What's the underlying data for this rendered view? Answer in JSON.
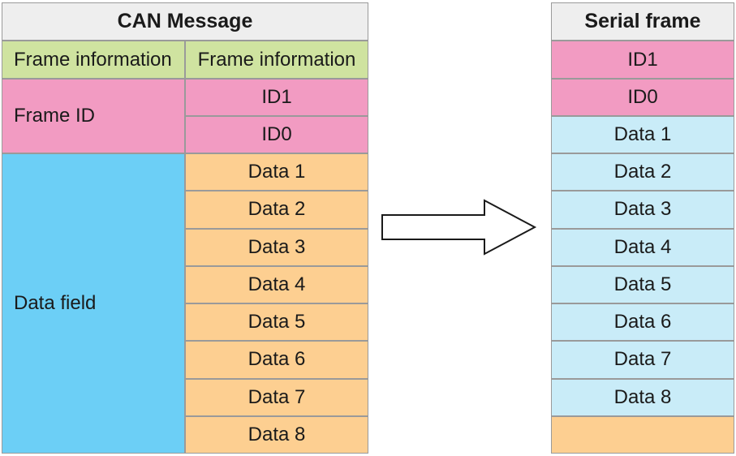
{
  "can_message": {
    "title": "CAN Message",
    "frame_information_label": "Frame information",
    "frame_information_value": "Frame information",
    "frame_id_label": "Frame ID",
    "id_rows": [
      "ID1",
      "ID0"
    ],
    "data_field_label": "Data field",
    "data_rows": [
      "Data 1",
      "Data 2",
      "Data 3",
      "Data 4",
      "Data 5",
      "Data 6",
      "Data 7",
      "Data 8"
    ]
  },
  "serial_frame": {
    "title": "Serial frame",
    "rows": [
      "ID1",
      "ID0",
      "Data 1",
      "Data 2",
      "Data 3",
      "Data 4",
      "Data 5",
      "Data 6",
      "Data 7",
      "Data 8",
      ""
    ]
  },
  "colors": {
    "header": "#eeeeee",
    "frame_information": "#cfe3a0",
    "frame_id": "#f29bc2",
    "data_field": "#6ccff6",
    "data_rows": "#fdcf91",
    "serial_data": "#c9ecf8"
  }
}
